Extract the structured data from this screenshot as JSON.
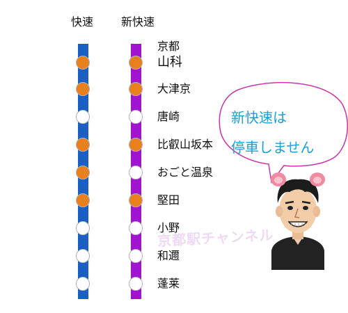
{
  "headers": {
    "rapid": "快速",
    "new_rapid": "新快速"
  },
  "colors": {
    "rapid_line": "#1b5fc4",
    "new_rapid_line": "#a114cf",
    "stop_marker": "#e8801e",
    "bubble_border": "#cc33aa",
    "bubble_text": "#1aa0d8"
  },
  "stations": [
    {
      "name": "京都",
      "rapid_stops": null,
      "new_rapid_stops": null
    },
    {
      "name": "山科",
      "rapid_stops": true,
      "new_rapid_stops": true
    },
    {
      "name": "大津京",
      "rapid_stops": true,
      "new_rapid_stops": true
    },
    {
      "name": "唐崎",
      "rapid_stops": false,
      "new_rapid_stops": false
    },
    {
      "name": "比叡山坂本",
      "rapid_stops": true,
      "new_rapid_stops": true
    },
    {
      "name": "おごと温泉",
      "rapid_stops": true,
      "new_rapid_stops": false
    },
    {
      "name": "堅田",
      "rapid_stops": true,
      "new_rapid_stops": true
    },
    {
      "name": "小野",
      "rapid_stops": false,
      "new_rapid_stops": false
    },
    {
      "name": "和邇",
      "rapid_stops": false,
      "new_rapid_stops": false
    },
    {
      "name": "蓬莱",
      "rapid_stops": false,
      "new_rapid_stops": false
    }
  ],
  "speech_bubble": {
    "line1": "新快速は",
    "line2": "停車しません"
  },
  "watermark": "京都駅チャンネル",
  "mascot_icon": "cartoon-man-with-pink-ears-icon"
}
